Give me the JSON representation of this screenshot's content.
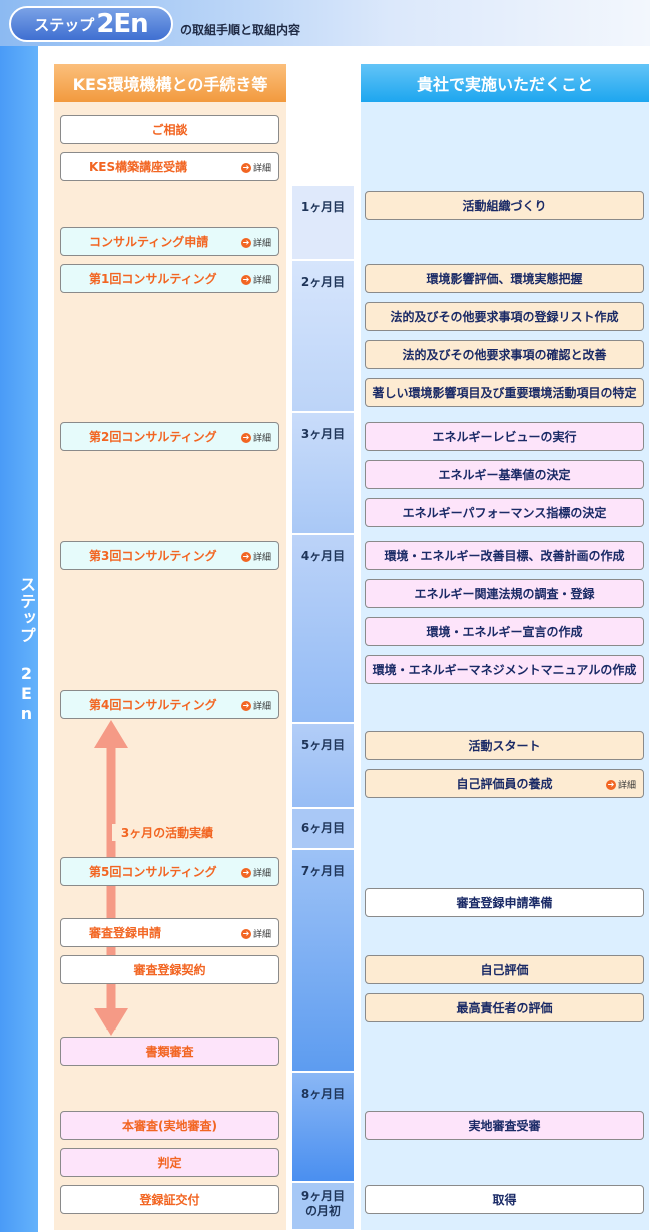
{
  "header": {
    "badge_prefix": "ステップ",
    "badge_big": "2En",
    "title": "の取組手順と取組内容"
  },
  "sidebar": {
    "label": "ステップ 2En"
  },
  "columns": {
    "left_title": "KES環境機構との手続き等",
    "right_title": "貴社で実施いただくこと"
  },
  "detail_label": "詳細",
  "detail_glyph": "➔",
  "months": [
    {
      "label": "1ヶ月目"
    },
    {
      "label": "2ヶ月目"
    },
    {
      "label": "3ヶ月目"
    },
    {
      "label": "4ヶ月目"
    },
    {
      "label": "5ヶ月目"
    },
    {
      "label": "6ヶ月目"
    },
    {
      "label": "7ヶ月目"
    },
    {
      "label": "8ヶ月目"
    },
    {
      "label": "9ヶ月目\nの月初"
    }
  ],
  "left_items": [
    {
      "label": "ご相談",
      "detail": false
    },
    {
      "label": "KES構築講座受講",
      "detail": true
    },
    {
      "label": "コンサルティング申請",
      "detail": true
    },
    {
      "label": "第1回コンサルティング",
      "detail": true
    },
    {
      "label": "第2回コンサルティング",
      "detail": true
    },
    {
      "label": "第3回コンサルティング",
      "detail": true
    },
    {
      "label": "第4回コンサルティング",
      "detail": true
    },
    {
      "label": "第5回コンサルティング",
      "detail": true
    },
    {
      "label": "審査登録申請",
      "detail": true
    },
    {
      "label": "審査登録契約",
      "detail": false
    },
    {
      "label": "書類審査",
      "detail": false
    },
    {
      "label": "本審査(実地審査)",
      "detail": false
    },
    {
      "label": "判定",
      "detail": false
    },
    {
      "label": "登録証交付",
      "detail": false
    }
  ],
  "span_label": "3ヶ月の活動実績",
  "right_items": [
    {
      "label": "活動組織づくり",
      "detail": false
    },
    {
      "label": "環境影響評価、環境実態把握",
      "detail": false
    },
    {
      "label": "法的及びその他要求事項の登録リスト作成",
      "detail": false
    },
    {
      "label": "法的及びその他要求事項の確認と改善",
      "detail": false
    },
    {
      "label": "著しい環境影響項目及び重要環境活動項目の特定",
      "detail": false
    },
    {
      "label": "エネルギーレビューの実行",
      "detail": false
    },
    {
      "label": "エネルギー基準値の決定",
      "detail": false
    },
    {
      "label": "エネルギーパフォーマンス指標の決定",
      "detail": false
    },
    {
      "label": "環境・エネルギー改善目標、改善計画の作成",
      "detail": false
    },
    {
      "label": "エネルギー関連法規の調査・登録",
      "detail": false
    },
    {
      "label": "環境・エネルギー宣言の作成",
      "detail": false
    },
    {
      "label": "環境・エネルギーマネジメントマニュアルの作成",
      "detail": false
    },
    {
      "label": "活動スタート",
      "detail": false
    },
    {
      "label": "自己評価員の養成",
      "detail": true
    },
    {
      "label": "審査登録申請準備",
      "detail": false
    },
    {
      "label": "自己評価",
      "detail": false
    },
    {
      "label": "最高責任者の評価",
      "detail": false
    },
    {
      "label": "実地審査受審",
      "detail": false
    },
    {
      "label": "取得",
      "detail": false
    }
  ],
  "colors": {
    "sidebar_blue": "#4a9bf7",
    "left_header_orange": "#f29a3e",
    "right_header_blue": "#1da6ef",
    "left_text_orange": "#f26522",
    "right_text_navy": "#1a2a66",
    "arrow_salmon": "#f59a86"
  }
}
